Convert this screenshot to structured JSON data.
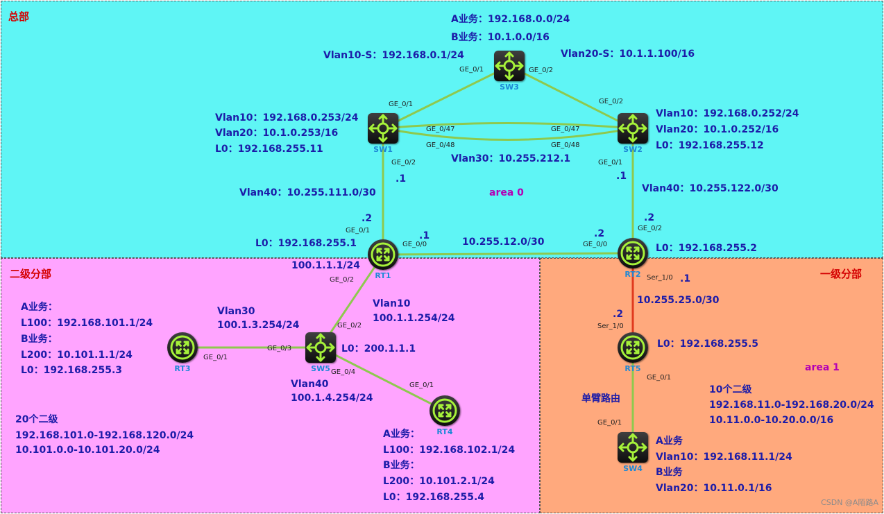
{
  "regions": {
    "hq": "总部",
    "level2": "二级分部",
    "level1": "一级分部"
  },
  "colors": {
    "hq_background": "#5ff5f5",
    "level2_background": "#ffa4ff",
    "level1_background": "#ffa97d",
    "link_green": "#8ec94e",
    "serial_red": "#e03a1e",
    "label_blue": "#1c1ca8",
    "area_purple": "#b400b4",
    "region_title_red": "#d40000",
    "device_icon": "#a6f23a"
  },
  "devices": {
    "sw3": "SW3",
    "sw1": "SW1",
    "sw2": "SW2",
    "rt1": "RT1",
    "rt2": "RT2",
    "sw5": "SW5",
    "rt3": "RT3",
    "rt4": "RT4",
    "rt5": "RT5",
    "sw4": "SW4"
  },
  "device_icons": {
    "switch": "multilayer-switch-icon",
    "router": "router-icon"
  },
  "ports": {
    "sw3_ge01": "GE_0/1",
    "sw3_ge02": "GE_0/2",
    "sw1_ge01": "GE_0/1",
    "sw1_ge047": "GE_0/47",
    "sw1_ge048": "GE_0/48",
    "sw1_ge02": "GE_0/2",
    "sw2_ge02": "GE_0/2",
    "sw2_ge047": "GE_0/47",
    "sw2_ge048": "GE_0/48",
    "sw2_ge01": "GE_0/1",
    "rt1_ge01": "GE_0/1",
    "rt1_ge00": "GE_0/0",
    "rt1_ge02": "GE_0/2",
    "rt2_ge00": "GE_0/0",
    "rt2_ge02": "GE_0/2",
    "rt2_ser10": "Ser_1/0",
    "rt5_ser10": "Ser_1/0",
    "rt5_ge01": "GE_0/1",
    "sw4_ge01": "GE_0/1",
    "sw5_ge02": "GE_0/2",
    "sw5_ge03": "GE_0/3",
    "sw5_ge04": "GE_0/4",
    "rt3_ge01": "GE_0/1",
    "rt4_ge01": "GE_0/1"
  },
  "labels": {
    "sw3_a_service": "A业务：192.168.0.0/24",
    "sw3_b_service": "B业务：10.1.0.0/16",
    "sw3_vlan10s": "Vlan10-S：192.168.0.1/24",
    "sw3_vlan20s": "Vlan20-S：10.1.1.100/16",
    "sw1_vlan10": "Vlan10：192.168.0.253/24",
    "sw1_vlan20": "Vlan20：10.1.0.253/16",
    "sw1_l0": "L0：192.168.255.11",
    "sw2_vlan10": "Vlan10：192.168.0.252/24",
    "sw2_vlan20": "Vlan20：10.1.0.252/16",
    "sw2_l0": "L0：192.168.255.12",
    "vlan30_link": "Vlan30：10.255.212.1",
    "sw1_vlan40": "Vlan40：10.255.111.0/30",
    "sw2_vlan40": "Vlan40：10.255.122.0/30",
    "dot1_sw1": ".1",
    "dot2_rt1": ".2",
    "dot1_sw2": ".1",
    "dot2_rt2": ".2",
    "dot1_rt1_link": ".1",
    "dot2_rt2_link": ".2",
    "rt1_rt2_link": "10.255.12.0/30",
    "rt1_l0": "L0：192.168.255.1",
    "rt2_l0": "L0：192.168.255.2",
    "rt1_ge02_ip": "100.1.1.1/24",
    "dot1_rt2_ser": ".1",
    "dot2_rt5_ser": ".2",
    "rt2_rt5_link": "10.255.25.0/30",
    "rt5_l0": "L0：192.168.255.5",
    "area1": "area 1",
    "area0": "area 0",
    "level1_count": "10个二级",
    "level1_range_a": "192.168.11.0-192.168.20.0/24",
    "level1_range_b": "10.11.0.0-10.20.0.0/16",
    "router_on_stick": "单臂路由",
    "sw4_a_service": "A业务",
    "sw4_vlan10": "Vlan10：192.168.11.1/24",
    "sw4_b_service": "B业务",
    "sw4_vlan20": "Vlan20：10.11.0.1/16",
    "rt3_a_service": "A业务：",
    "rt3_l100": "L100：192.168.101.1/24",
    "rt3_b_service": "B业务：",
    "rt3_l200": "L200：10.101.1.1/24",
    "rt3_l0": "L0：192.168.255.3",
    "sw5_vlan30_name": "Vlan30",
    "sw5_vlan30_ip": "100.1.3.254/24",
    "sw5_vlan10_name": "Vlan10",
    "sw5_vlan10_ip": "100.1.1.254/24",
    "sw5_l0": "L0：200.1.1.1",
    "sw5_vlan40_name": "Vlan40",
    "sw5_vlan40_ip": "100.1.4.254/24",
    "level2_count": "20个二级",
    "level2_range_a": "192.168.101.0-192.168.120.0/24",
    "level2_range_b": "10.101.0.0-10.101.20.0/24",
    "rt4_a_service": "A业务：",
    "rt4_l100": "L100：192.168.102.1/24",
    "rt4_b_service": "B业务：",
    "rt4_l200": "L200：10.101.2.1/24",
    "rt4_l0": "L0：192.168.255.4"
  },
  "watermark": "CSDN @A陌路A"
}
